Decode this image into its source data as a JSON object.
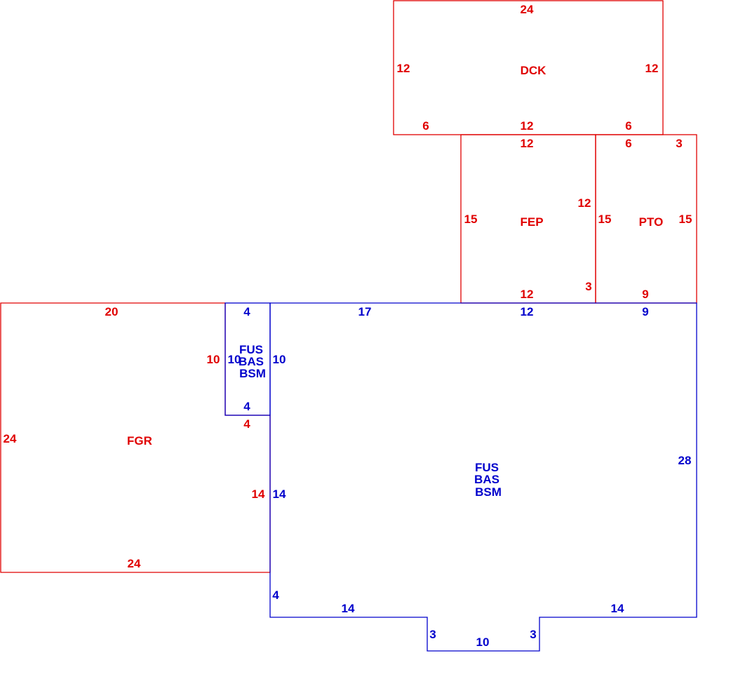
{
  "colors": {
    "red": "#e00000",
    "blue": "#0000cc"
  },
  "areas": {
    "dck": {
      "code": "DCK",
      "dims": {
        "top": "24",
        "left": "12",
        "right": "12",
        "bottom_left": "6",
        "bottom_mid": "12",
        "bottom_right": "6"
      }
    },
    "fep": {
      "code": "FEP",
      "dims": {
        "top": "12",
        "left": "15",
        "right_upper": "12",
        "right_lower": "3",
        "bottom": "12"
      }
    },
    "pto": {
      "code": "PTO",
      "dims": {
        "top_left": "6",
        "top_right": "3",
        "left": "15",
        "right": "15",
        "bottom": "9"
      }
    },
    "fgr": {
      "code": "FGR",
      "dims": {
        "top": "20",
        "left": "24",
        "bottom": "24",
        "right_upper": "10",
        "right_lower": "14",
        "notch_bottom": "4"
      }
    },
    "small": {
      "codes": [
        "FUS",
        "BAS",
        "BSM"
      ],
      "dims": {
        "top": "4",
        "left": "10",
        "right": "10",
        "bottom": "4"
      }
    },
    "main": {
      "codes": [
        "FUS",
        "BAS",
        "BSM"
      ],
      "dims": {
        "top_1": "17",
        "top_2": "12",
        "top_3": "9",
        "right": "28",
        "left_upper": "14",
        "left_lower": "4",
        "bottom_left": "14",
        "bottom_right": "14",
        "bay_left": "3",
        "bay_bottom": "10",
        "bay_right": "3"
      }
    }
  }
}
